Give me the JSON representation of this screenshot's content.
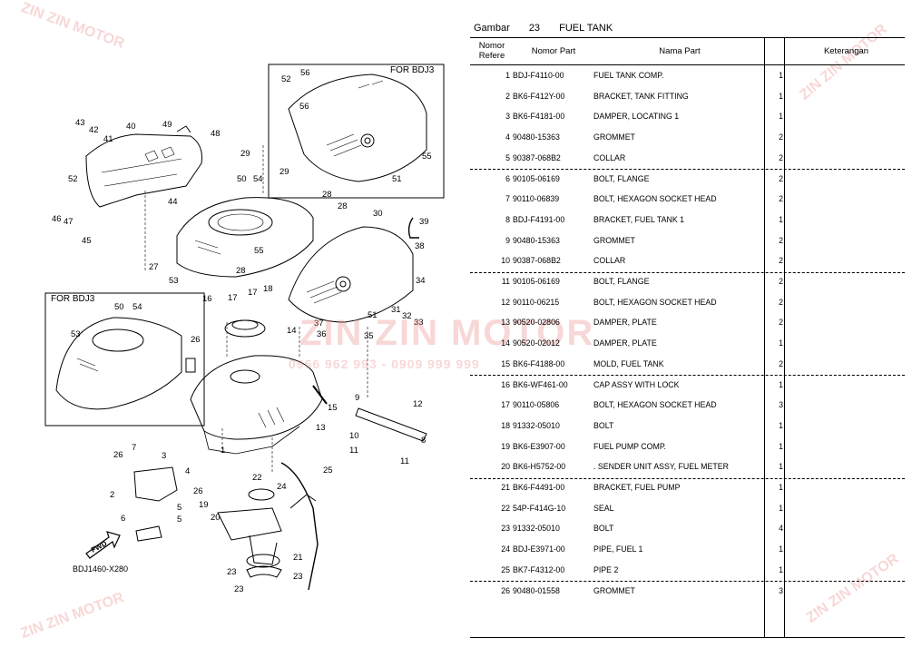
{
  "figure": {
    "gambar_label": "Gambar",
    "gambar_number": "23",
    "title": "FUEL TANK",
    "box1_label": "FOR BDJ3",
    "box2_label": "FOR BDJ3",
    "figure_code": "BDJ1460-X280",
    "fwd_label": "FWD"
  },
  "watermark": {
    "brand": "ZIN ZIN MOTOR",
    "phone": "0966 962 993 - 0909 999 999"
  },
  "table": {
    "headers": {
      "ref": "Nomor Refere",
      "part_no": "Nomor Part",
      "name": "Nama Part",
      "note": "Keterangan"
    },
    "rows": [
      {
        "ref": "1",
        "part_no": "BDJ-F4110-00",
        "name": "FUEL TANK COMP.",
        "qty": "1"
      },
      {
        "ref": "2",
        "part_no": "BK6-F412Y-00",
        "name": "BRACKET, TANK FITTING",
        "qty": "1"
      },
      {
        "ref": "3",
        "part_no": "BK6-F4181-00",
        "name": "DAMPER, LOCATING 1",
        "qty": "1"
      },
      {
        "ref": "4",
        "part_no": "90480-15363",
        "name": "GROMMET",
        "qty": "2"
      },
      {
        "ref": "5",
        "part_no": "90387-068B2",
        "name": "COLLAR",
        "qty": "2"
      },
      {
        "ref": "6",
        "part_no": "90105-06169",
        "name": "BOLT, FLANGE",
        "qty": "2"
      },
      {
        "ref": "7",
        "part_no": "90110-06839",
        "name": "BOLT, HEXAGON SOCKET HEAD",
        "qty": "2"
      },
      {
        "ref": "8",
        "part_no": "BDJ-F4191-00",
        "name": "BRACKET, FUEL TANK 1",
        "qty": "1"
      },
      {
        "ref": "9",
        "part_no": "90480-15363",
        "name": "GROMMET",
        "qty": "2"
      },
      {
        "ref": "10",
        "part_no": "90387-068B2",
        "name": "COLLAR",
        "qty": "2"
      },
      {
        "ref": "11",
        "part_no": "90105-06169",
        "name": "BOLT, FLANGE",
        "qty": "2"
      },
      {
        "ref": "12",
        "part_no": "90110-06215",
        "name": "BOLT, HEXAGON SOCKET HEAD",
        "qty": "2"
      },
      {
        "ref": "13",
        "part_no": "90520-02806",
        "name": "DAMPER, PLATE",
        "qty": "2"
      },
      {
        "ref": "14",
        "part_no": "90520-02012",
        "name": "DAMPER, PLATE",
        "qty": "1"
      },
      {
        "ref": "15",
        "part_no": "BK6-F4188-00",
        "name": "MOLD, FUEL TANK",
        "qty": "2"
      },
      {
        "ref": "16",
        "part_no": "BK6-WF461-00",
        "name": "CAP ASSY WITH LOCK",
        "qty": "1"
      },
      {
        "ref": "17",
        "part_no": "90110-05806",
        "name": "BOLT, HEXAGON SOCKET HEAD",
        "qty": "3"
      },
      {
        "ref": "18",
        "part_no": "91332-05010",
        "name": "BOLT",
        "qty": "1"
      },
      {
        "ref": "19",
        "part_no": "BK6-E3907-00",
        "name": "FUEL PUMP COMP.",
        "qty": "1"
      },
      {
        "ref": "20",
        "part_no": "BK6-H5752-00",
        "name": ". SENDER UNIT ASSY, FUEL METER",
        "qty": "1"
      },
      {
        "ref": "21",
        "part_no": "BK6-F4491-00",
        "name": "BRACKET, FUEL PUMP",
        "qty": "1"
      },
      {
        "ref": "22",
        "part_no": "54P-F414G-10",
        "name": "SEAL",
        "qty": "1"
      },
      {
        "ref": "23",
        "part_no": "91332-05010",
        "name": "BOLT",
        "qty": "4"
      },
      {
        "ref": "24",
        "part_no": "BDJ-E3971-00",
        "name": "PIPE, FUEL 1",
        "qty": "1"
      },
      {
        "ref": "25",
        "part_no": "BK7-F4312-00",
        "name": "PIPE 2",
        "qty": "1"
      },
      {
        "ref": "26",
        "part_no": "90480-01558",
        "name": "GROMMET",
        "qty": "3"
      }
    ]
  },
  "callouts": [
    "43",
    "42",
    "41",
    "40",
    "49",
    "48",
    "52",
    "44",
    "46",
    "47",
    "45",
    "29",
    "56",
    "50",
    "54",
    "29",
    "28",
    "28",
    "30",
    "39",
    "38",
    "34",
    "27",
    "53",
    "55",
    "28",
    "16",
    "17",
    "17",
    "18",
    "31",
    "32",
    "33",
    "37",
    "36",
    "35",
    "51",
    "14",
    "15",
    "9",
    "12",
    "13",
    "10",
    "11",
    "11",
    "8",
    "26",
    "7",
    "3",
    "4",
    "2",
    "6",
    "5",
    "5",
    "1",
    "22",
    "24",
    "25",
    "19",
    "20",
    "21",
    "23",
    "23",
    "23",
    "26",
    "26",
    "52",
    "56",
    "55",
    "51",
    "50",
    "54",
    "53"
  ]
}
